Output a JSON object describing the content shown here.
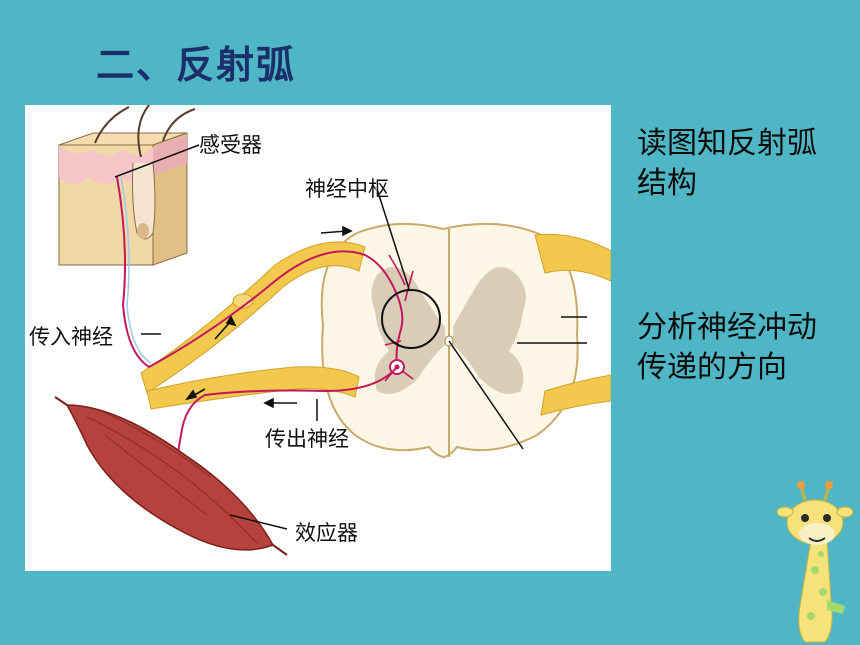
{
  "slide": {
    "title": "二、反射弧"
  },
  "figure": {
    "labels": {
      "receptor": "感受器",
      "center": "神经中枢",
      "afferent": "传入神经",
      "efferent": "传出神经",
      "effector": "效应器"
    }
  },
  "side": {
    "note1": "读图知反射弧结构",
    "note2": "分析神经冲动传递的方向"
  },
  "colors": {
    "background": "#4fb6c6",
    "title": "#1b2f6a",
    "nerve": "#f2c94c",
    "nerve_fiber": "#c2185b",
    "muscle": "#b5423c",
    "cord_white": "#fbf6e6",
    "cord_gray": "#d9cdb7",
    "skin": "#f1d8a7"
  }
}
